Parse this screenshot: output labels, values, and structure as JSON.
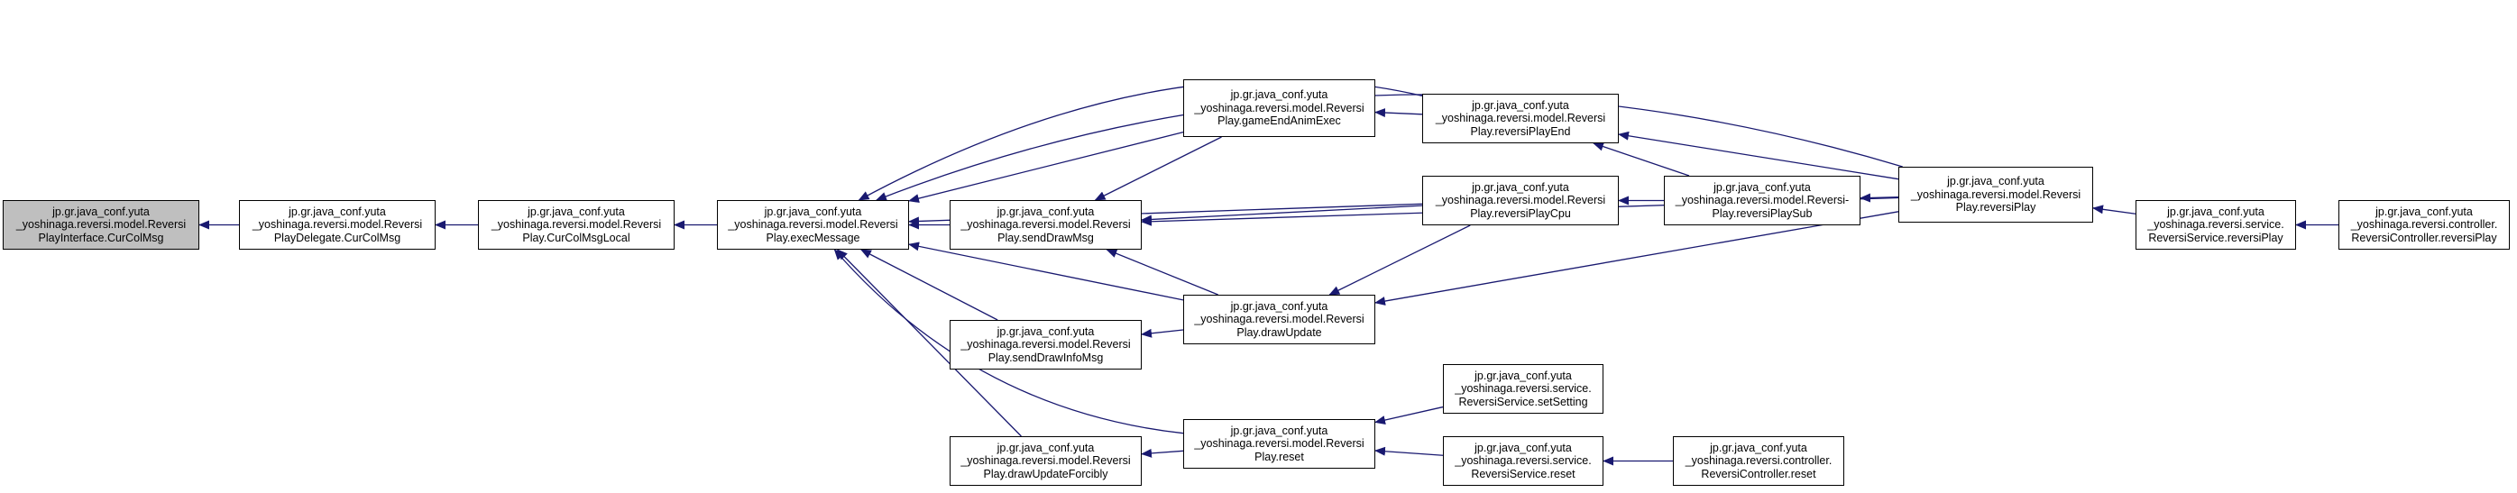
{
  "diagram": {
    "type": "caller-graph",
    "colors": {
      "edge": "#191970",
      "root_fill": "#bfbfbf",
      "node_fill": "#ffffff",
      "border": "#000000"
    },
    "nodes": [
      {
        "id": "n_root",
        "label": "jp.gr.java_conf.yuta\n_yoshinaga.reversi.model.Reversi\nPlayInterface.CurColMsg",
        "root": true
      },
      {
        "id": "n_delegate",
        "label": "jp.gr.java_conf.yuta\n_yoshinaga.reversi.model.Reversi\nPlayDelegate.CurColMsg"
      },
      {
        "id": "n_curlocal",
        "label": "jp.gr.java_conf.yuta\n_yoshinaga.reversi.model.Reversi\nPlay.CurColMsgLocal"
      },
      {
        "id": "n_exec",
        "label": "jp.gr.java_conf.yuta\n_yoshinaga.reversi.model.Reversi\nPlay.execMessage"
      },
      {
        "id": "n_gameend",
        "label": "jp.gr.java_conf.yuta\n_yoshinaga.reversi.model.Reversi\nPlay.gameEndAnimExec"
      },
      {
        "id": "n_senddraw",
        "label": "jp.gr.java_conf.yuta\n_yoshinaga.reversi.model.Reversi\nPlay.sendDrawMsg"
      },
      {
        "id": "n_sendinfo",
        "label": "jp.gr.java_conf.yuta\n_yoshinaga.reversi.model.Reversi\nPlay.sendDrawInfoMsg"
      },
      {
        "id": "n_forcibly",
        "label": "jp.gr.java_conf.yuta\n_yoshinaga.reversi.model.Reversi\nPlay.drawUpdateForcibly"
      },
      {
        "id": "n_drawupdate",
        "label": "jp.gr.java_conf.yuta\n_yoshinaga.reversi.model.Reversi\nPlay.drawUpdate"
      },
      {
        "id": "n_reset",
        "label": "jp.gr.java_conf.yuta\n_yoshinaga.reversi.model.Reversi\nPlay.reset"
      },
      {
        "id": "n_playend",
        "label": "jp.gr.java_conf.yuta\n_yoshinaga.reversi.model.Reversi\nPlay.reversiPlayEnd"
      },
      {
        "id": "n_playcpu",
        "label": "jp.gr.java_conf.yuta\n_yoshinaga.reversi.model.Reversi\nPlay.reversiPlayCpu"
      },
      {
        "id": "n_setsetting",
        "label": "jp.gr.java_conf.yuta\n_yoshinaga.reversi.service.\nReversiService.setSetting"
      },
      {
        "id": "n_svcreset",
        "label": "jp.gr.java_conf.yuta\n_yoshinaga.reversi.service.\nReversiService.reset"
      },
      {
        "id": "n_playsub",
        "label": "jp.gr.java_conf.yuta\n_yoshinaga.reversi.model.Reversi-\nPlay.reversiPlaySub"
      },
      {
        "id": "n_ctlreset",
        "label": "jp.gr.java_conf.yuta\n_yoshinaga.reversi.controller.\nReversiController.reset"
      },
      {
        "id": "n_play",
        "label": "jp.gr.java_conf.yuta\n_yoshinaga.reversi.model.Reversi\nPlay.reversiPlay"
      },
      {
        "id": "n_svcplay",
        "label": "jp.gr.java_conf.yuta\n_yoshinaga.reversi.service.\nReversiService.reversiPlay"
      },
      {
        "id": "n_ctlplay",
        "label": "jp.gr.java_conf.yuta\n_yoshinaga.reversi.controller.\nReversiController.reversiPlay"
      }
    ],
    "edges": [
      {
        "from": "n_delegate",
        "to": "n_root"
      },
      {
        "from": "n_curlocal",
        "to": "n_delegate"
      },
      {
        "from": "n_exec",
        "to": "n_curlocal"
      },
      {
        "from": "n_senddraw",
        "to": "n_exec"
      },
      {
        "from": "n_gameend",
        "to": "n_exec"
      },
      {
        "from": "n_sendinfo",
        "to": "n_exec"
      },
      {
        "from": "n_forcibly",
        "to": "n_exec"
      },
      {
        "from": "n_drawupdate",
        "to": "n_exec"
      },
      {
        "from": "n_reset",
        "to": "n_exec"
      },
      {
        "from": "n_playend",
        "to": "n_exec"
      },
      {
        "from": "n_playcpu",
        "to": "n_exec"
      },
      {
        "from": "n_play",
        "to": "n_exec"
      },
      {
        "from": "n_gameend",
        "to": "n_senddraw"
      },
      {
        "from": "n_drawupdate",
        "to": "n_senddraw"
      },
      {
        "from": "n_playcpu",
        "to": "n_senddraw"
      },
      {
        "from": "n_play",
        "to": "n_senddraw"
      },
      {
        "from": "n_drawupdate",
        "to": "n_sendinfo"
      },
      {
        "from": "n_reset",
        "to": "n_forcibly"
      },
      {
        "from": "n_playcpu",
        "to": "n_drawupdate"
      },
      {
        "from": "n_play",
        "to": "n_drawupdate"
      },
      {
        "from": "n_playend",
        "to": "n_gameend"
      },
      {
        "from": "n_setsetting",
        "to": "n_reset"
      },
      {
        "from": "n_svcreset",
        "to": "n_reset"
      },
      {
        "from": "n_ctlreset",
        "to": "n_svcreset"
      },
      {
        "from": "n_playsub",
        "to": "n_playend"
      },
      {
        "from": "n_play",
        "to": "n_playend"
      },
      {
        "from": "n_playsub",
        "to": "n_playcpu"
      },
      {
        "from": "n_play",
        "to": "n_playsub"
      },
      {
        "from": "n_svcplay",
        "to": "n_play"
      },
      {
        "from": "n_ctlplay",
        "to": "n_svcplay"
      }
    ]
  }
}
